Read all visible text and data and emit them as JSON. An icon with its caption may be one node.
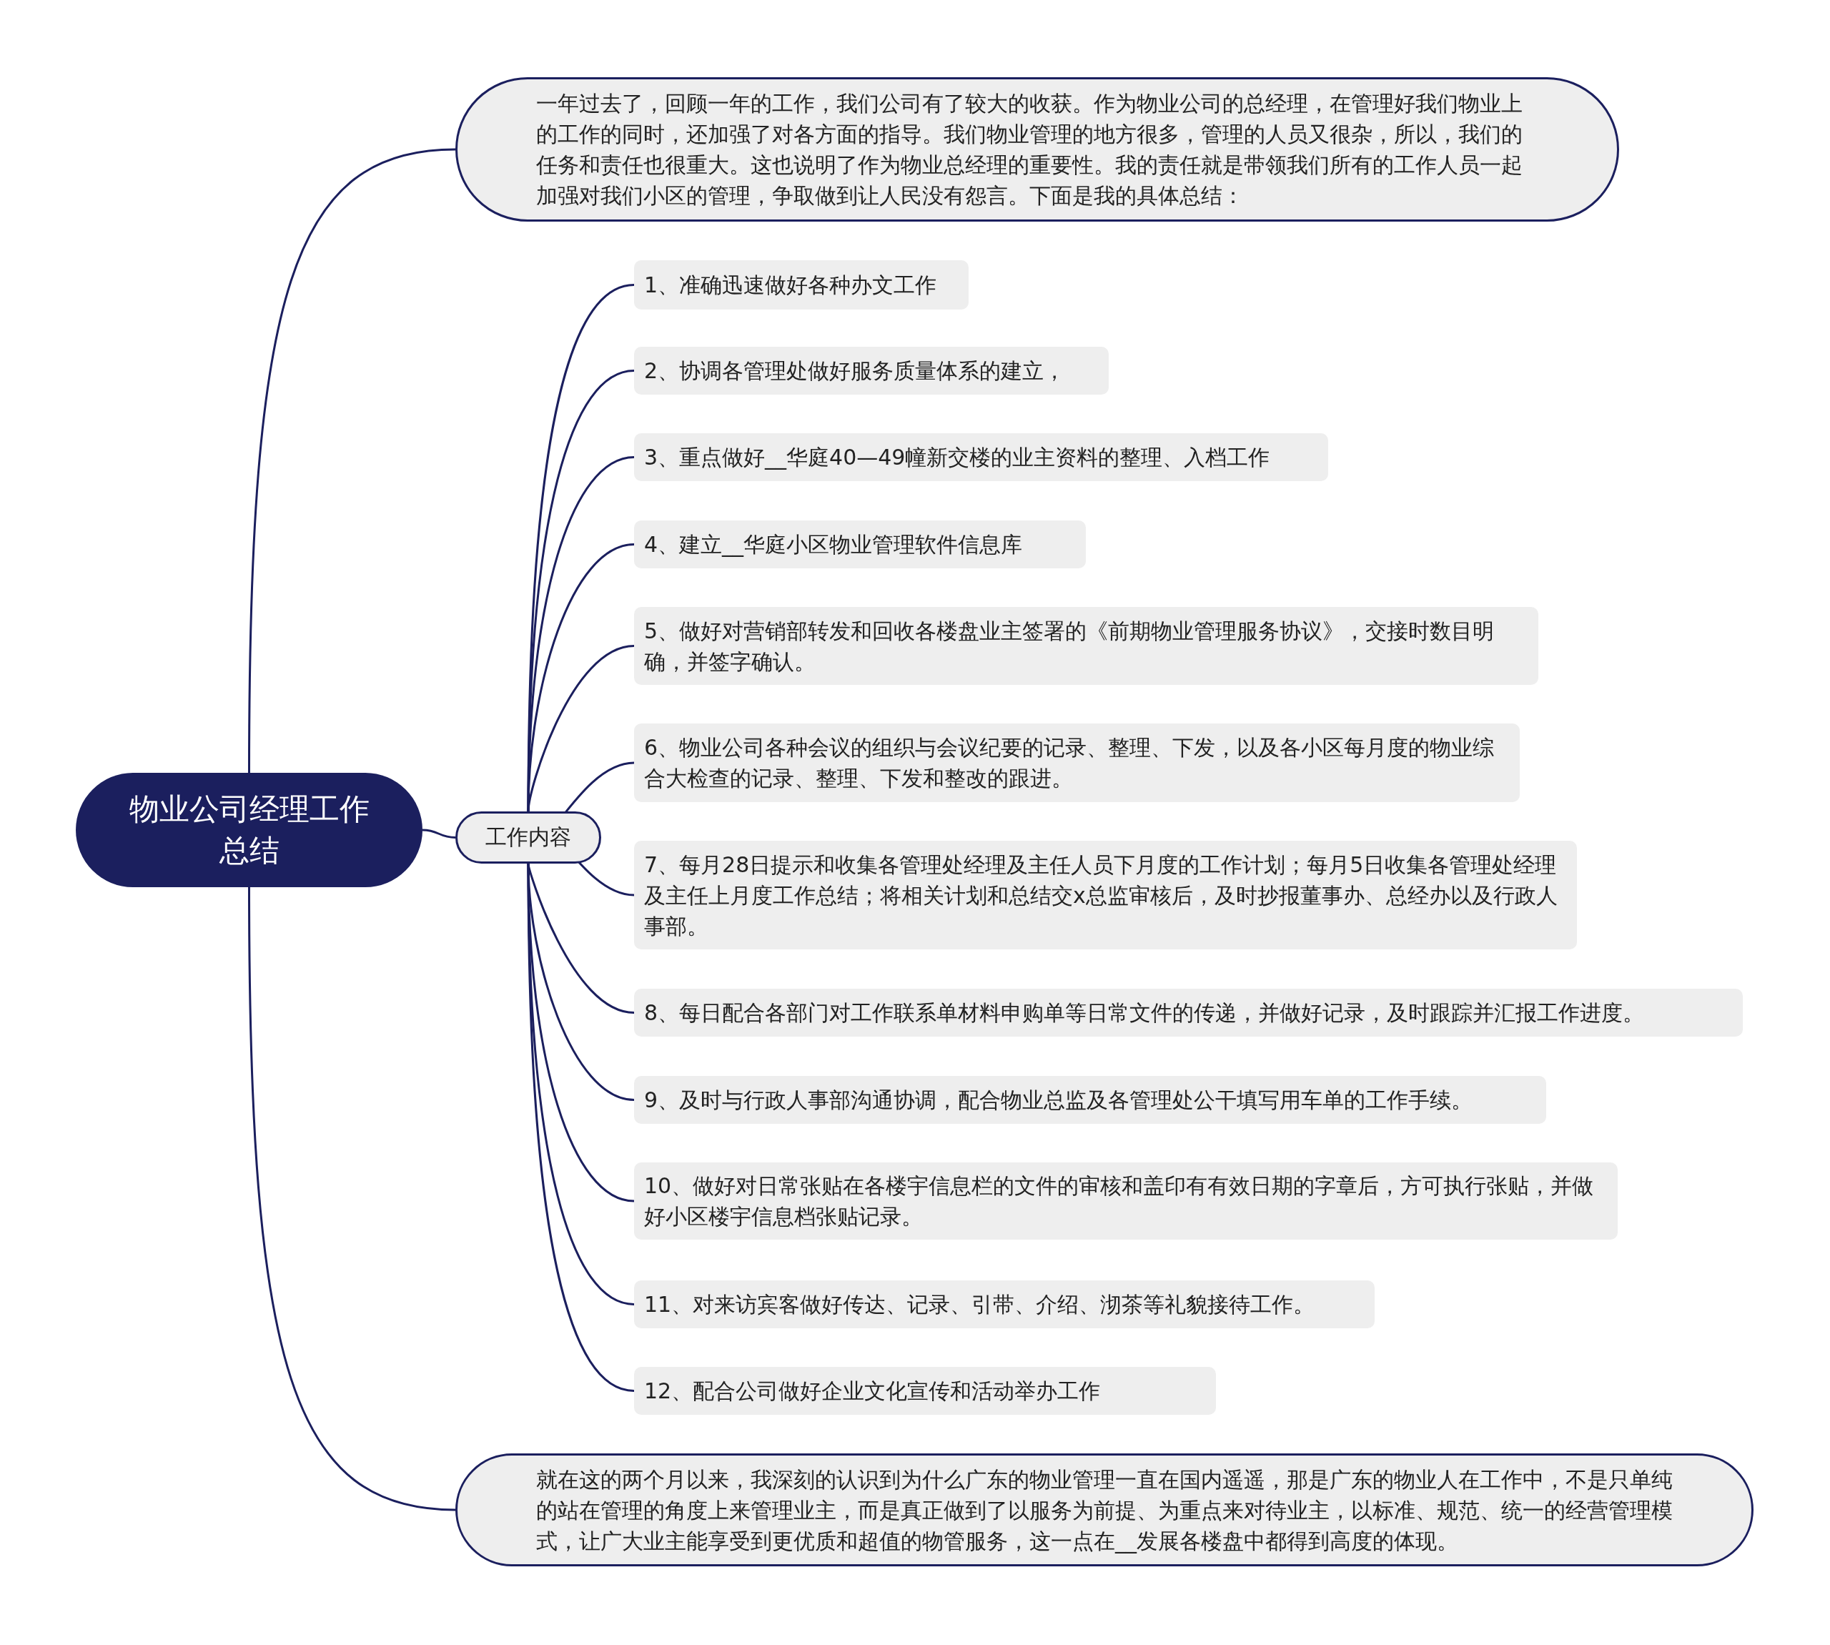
{
  "diagram": {
    "nodes": [
      {
        "text": [
          "物业公司经理工作总结"
        ]
      },
      {
        "text": [
          "一年过去了，回顾一年的工作，我们公司有了较大的收获。作为物业公司的总经理，在管理好我们物业上的工作的同时，还加强了对各方面的指导。我们物业管理的地方很多，管理的人员又很杂，所以，我们的任务和责任也很重大。这也说明了作为物业总经理的重要性。我的责任就是带领我们所有的工作人员一起加强对我们小区的管理，争取做到让人民没有怨言。下面是我的具体总结："
        ]
      },
      {
        "text": [
          "工作内容"
        ]
      },
      {
        "text": [
          "1、准确迅速做好各种办文工作"
        ]
      },
      {
        "text": [
          "2、协调各管理处做好服务质量体系的建立，"
        ]
      },
      {
        "text": [
          "3、重点做好__华庭40—49幢新交楼的业主资料的整理、入档工作"
        ]
      },
      {
        "text": [
          "4、建立__华庭小区物业管理软件信息库"
        ]
      },
      {
        "text": [
          "5、做好对营销部转发和回收各楼盘业主签署的《前期物业管理服务协议》，交接时数目明确，并签字确认。"
        ]
      },
      {
        "text": [
          "6、物业公司各种会议的组织与会议纪要的记录、整理、下发，以及各小区每月度的物业综合大检查的记录、整理、下发和整改的跟进。"
        ]
      },
      {
        "text": [
          "7、每月28日提示和收集各管理处经理及主任人员下月度的工作计划；每月5日收集各管理处经理及主任上月度工作总结；将相关计划和总结交x总监审核后，及时抄报董事办、总经办以及行政人事部。"
        ]
      },
      {
        "text": [
          "8、每日配合各部门对工作联系单材料申购单等日常文件的传递，并做好记录，及时跟踪并汇报工作进度。"
        ]
      },
      {
        "text": [
          "9、及时与行政人事部沟通协调，配合物业总监及各管理处公干填写用车单的工作手续。"
        ]
      },
      {
        "text": [
          "10、做好对日常张贴在各楼宇信息栏的文件的审核和盖印有有效日期的字章后，方可执行张贴，并做好小区楼宇信息档张贴记录。"
        ]
      },
      {
        "text": [
          "11、对来访宾客做好传达、记录、引带、介绍、沏茶等礼貌接待工作。"
        ]
      },
      {
        "text": [
          "12、配合公司做好企业文化宣传和活动举办工作"
        ]
      },
      {
        "text": [
          "就在这的两个月以来，我深刻的认识到为什么广东的物业管理一直在国内遥遥，那是广东的物业人在工作中，不是只单纯的站在管理的角度上来管理业主，而是真正做到了以服务为前提、为重点来对待业主，以标准、规范、统一的经营管理模式，让广大业主能享受到更优质和超值的物管服务，这一点在__发展各楼盘中都得到高度的体现。"
        ]
      }
    ],
    "edges": [
      {
        "from": 0,
        "to": 1,
        "arrow": "none"
      },
      {
        "from": 0,
        "to": 2,
        "arrow": "none"
      },
      {
        "from": 0,
        "to": 15,
        "arrow": "none"
      },
      {
        "from": 2,
        "to": 3,
        "arrow": "none"
      },
      {
        "from": 2,
        "to": 4,
        "arrow": "none"
      },
      {
        "from": 2,
        "to": 5,
        "arrow": "none"
      },
      {
        "from": 2,
        "to": 6,
        "arrow": "none"
      },
      {
        "from": 2,
        "to": 7,
        "arrow": "none"
      },
      {
        "from": 2,
        "to": 8,
        "arrow": "none"
      },
      {
        "from": 2,
        "to": 9,
        "arrow": "none"
      },
      {
        "from": 2,
        "to": 10,
        "arrow": "none"
      },
      {
        "from": 2,
        "to": 11,
        "arrow": "none"
      },
      {
        "from": 2,
        "to": 12,
        "arrow": "none"
      },
      {
        "from": 2,
        "to": 13,
        "arrow": "none"
      },
      {
        "from": 2,
        "to": 14,
        "arrow": "none"
      }
    ]
  }
}
